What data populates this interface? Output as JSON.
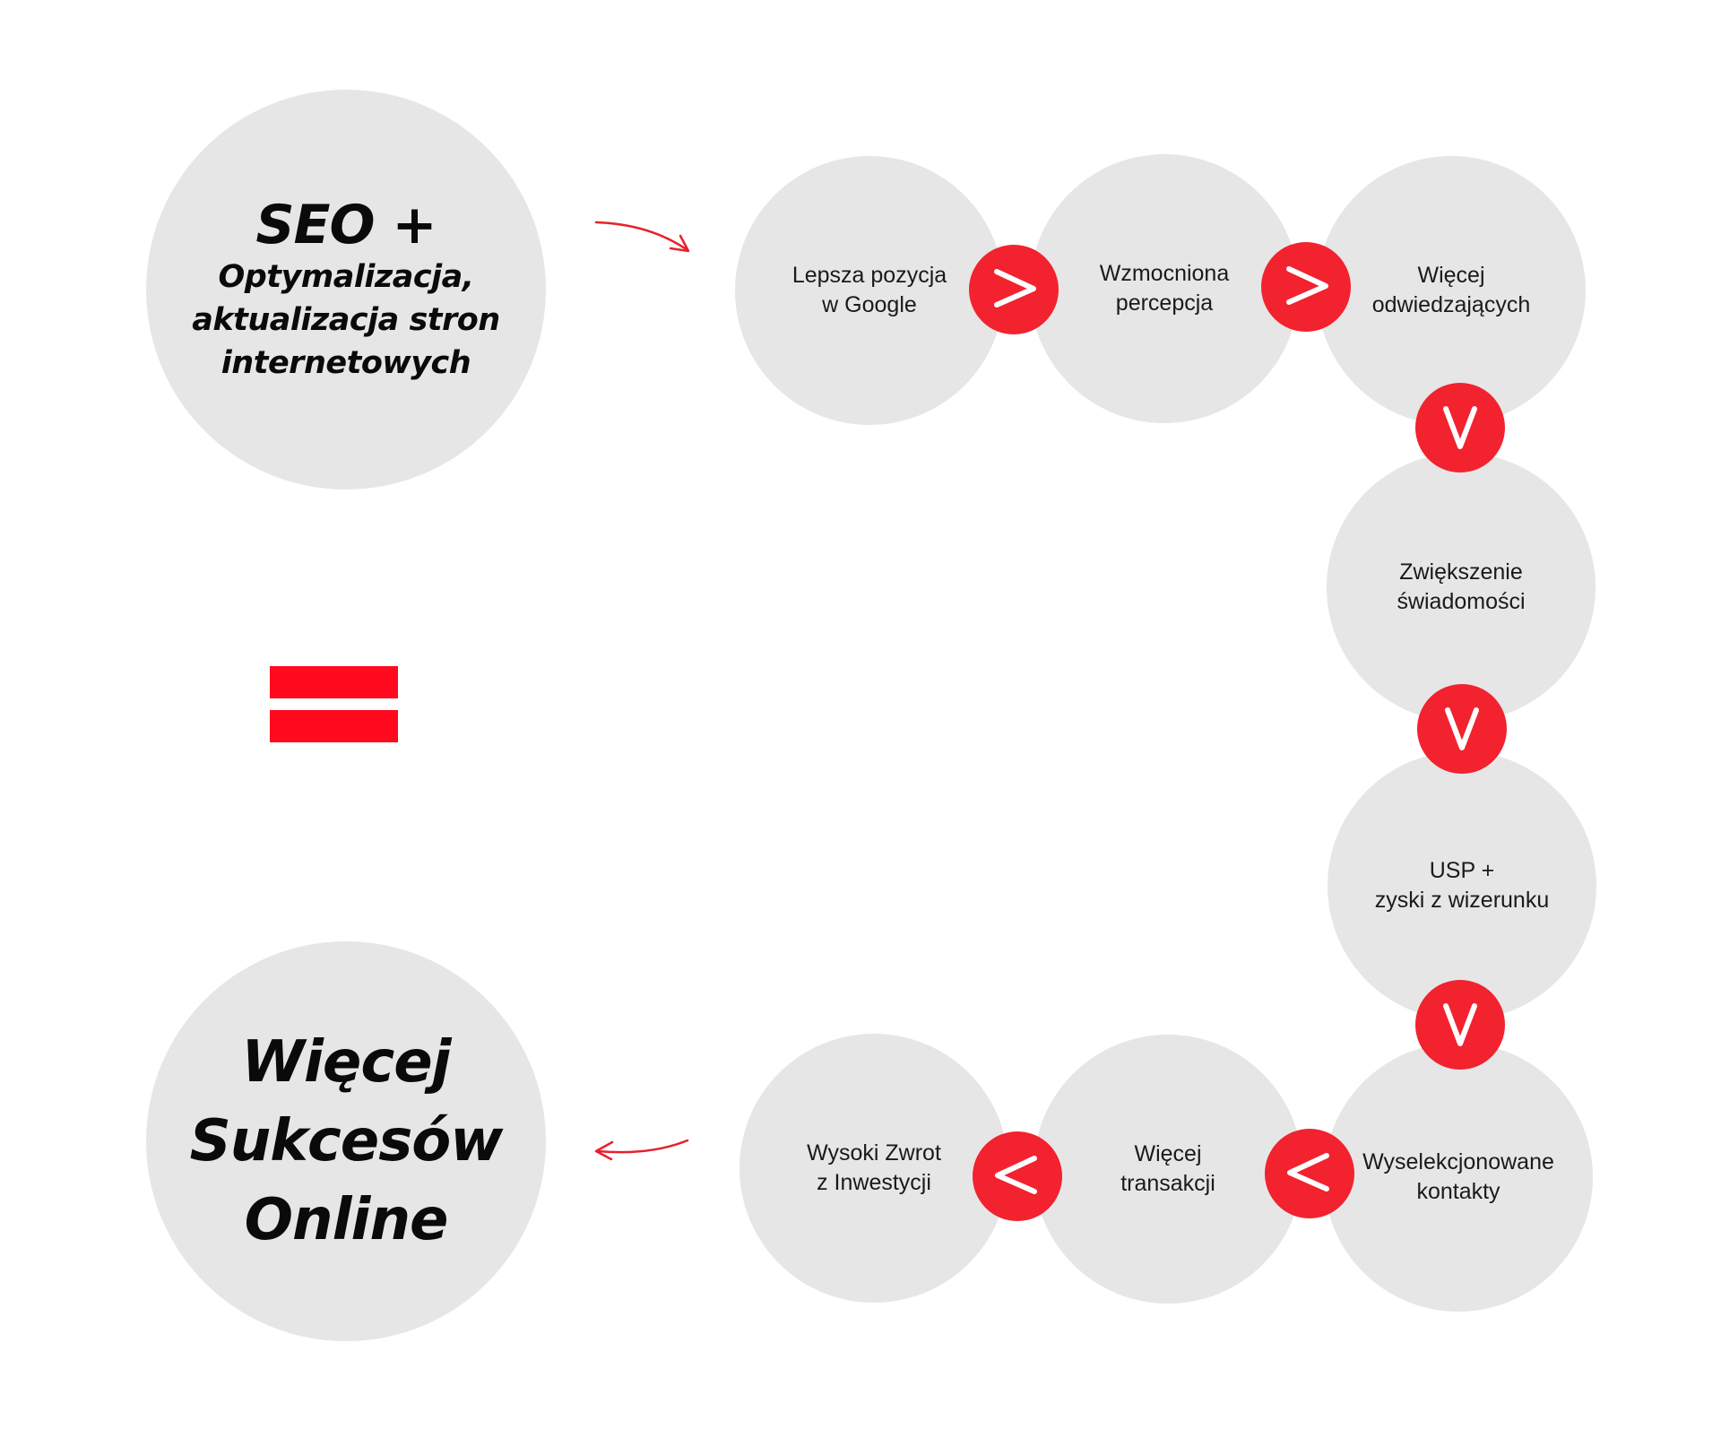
{
  "diagram": {
    "start": {
      "title": "SEO +",
      "subtitle_lines": [
        "Optymalizacja,",
        "aktualizacja stron",
        "internetowych"
      ]
    },
    "result": {
      "lines": [
        "Więcej",
        "Sukcesów",
        "Online"
      ]
    },
    "steps": [
      {
        "lines": [
          "Lepsza pozycja",
          "w Google"
        ]
      },
      {
        "lines": [
          "Wzmocniona",
          "percepcja"
        ]
      },
      {
        "lines": [
          "Więcej",
          "odwiedzających"
        ]
      },
      {
        "lines": [
          "Zwiększenie",
          "świadomości"
        ]
      },
      {
        "lines": [
          "USP +",
          "zyski z wizerunku"
        ]
      },
      {
        "lines": [
          "Wyselekcjonowane",
          "kontakty"
        ]
      },
      {
        "lines": [
          "Więcej",
          "transakcji"
        ]
      },
      {
        "lines": [
          "Wysoki Zwrot",
          "z Inwestycji"
        ]
      }
    ],
    "connectors": [
      "right",
      "right",
      "down",
      "down",
      "down",
      "left",
      "left"
    ],
    "operator": "equals",
    "colors": {
      "circle": "#e6e6e6",
      "badge": "#f2222f",
      "equals": "#ff0a1e",
      "arrow": "#e8202c",
      "text": "#0a0a0a"
    }
  }
}
